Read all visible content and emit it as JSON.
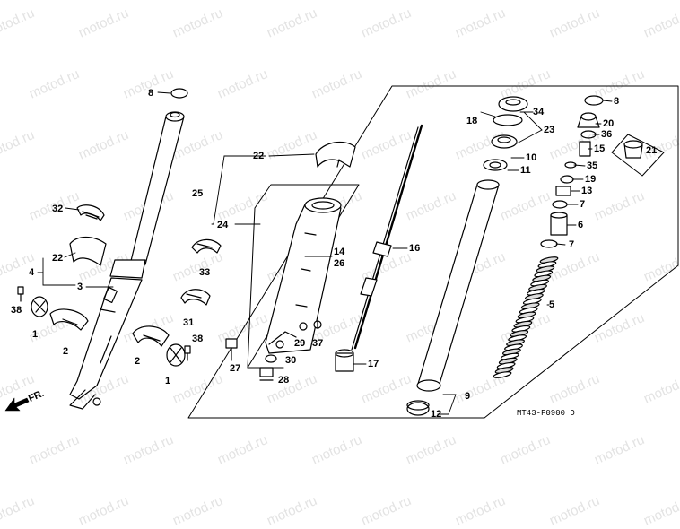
{
  "watermark_text": "motod.ru",
  "direction_label": "FR.",
  "diagram_code": "MT43-F0900",
  "diagram_code_suffix": "D",
  "callouts": {
    "left": [
      "8",
      "32",
      "22",
      "4",
      "3",
      "38",
      "1",
      "2"
    ],
    "middle": [
      "22",
      "25",
      "24",
      "33",
      "31",
      "2",
      "38",
      "1",
      "27",
      "14",
      "26",
      "29",
      "37",
      "30",
      "28"
    ],
    "damper": [
      "16",
      "17"
    ],
    "right": [
      "34",
      "18",
      "23",
      "10",
      "11",
      "9",
      "12",
      "8",
      "20",
      "36",
      "15",
      "21",
      "35",
      "19",
      "13",
      "7",
      "6",
      "7",
      "5"
    ]
  }
}
